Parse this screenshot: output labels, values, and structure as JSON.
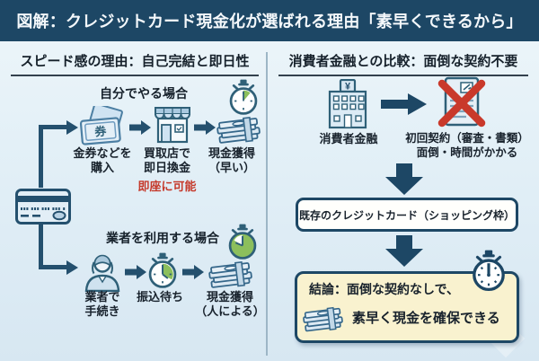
{
  "title": "図解：クレジットカード現金化が選ばれる理由「素早くできるから」",
  "left_panel": {
    "header": "スピード感の理由：自己完結と即日性",
    "self_case": {
      "heading": "自分でやる場合",
      "step1_label": "金券などを\n購入",
      "step2_label": "買取店で\n即日換金",
      "step2_note": "即座に可能",
      "step3_label": "現金獲得\n（早い）"
    },
    "agent_case": {
      "heading": "業者を利用する場合",
      "step1_label": "業者で\n手続き",
      "step2_label": "振込待ち",
      "step3_label": "現金獲得\n（人による）"
    }
  },
  "right_panel": {
    "header": "消費者金融との比較：面倒な契約不要",
    "consumer_finance_label": "消費者金融",
    "rejected_label": "初回契約（審査・書類）\n面倒・時間がかかる",
    "existing_card_label": "既存のクレジットカード（ショッピング枠）",
    "conclusion_line1": "結論：面倒な契約なしで、",
    "conclusion_line2": "素早く現金を確保できる"
  },
  "icons": {
    "ticket_char": "券",
    "bank_yen_symbol": "¥",
    "names": [
      "stopwatch-icon",
      "gift-ticket-icon",
      "shop-icon",
      "cash-stack-icon",
      "credit-card-icon",
      "agent-person-icon",
      "bank-icon",
      "rejected-contract-icon",
      "red-x-icon",
      "flow-arrow-icon",
      "down-arrow-icon"
    ]
  },
  "colors": {
    "title_bar": "#1d4765",
    "background_top": "#eef6fa",
    "background_bottom": "#d7e7f2",
    "navy": "#24506e",
    "icon_stroke": "#2f6078",
    "icon_fill": "#d9e8f3",
    "green": "#8cbf5c",
    "red": "#c5392b",
    "conclusion_bg": "#f9f2cf",
    "white_box_bg": "#fffffc"
  }
}
